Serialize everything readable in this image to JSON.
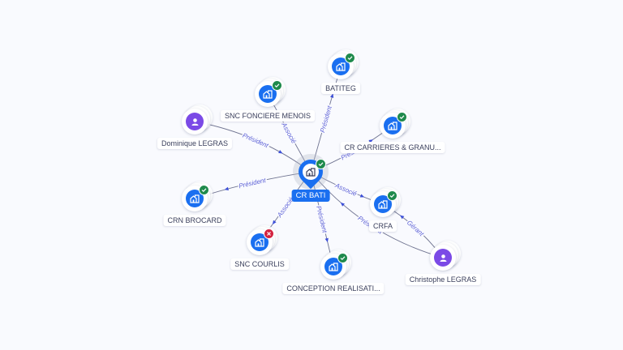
{
  "colors": {
    "background": "#f9fafe",
    "company": "#1a6ff0",
    "person": "#7b4ae6",
    "status_ok": "#1f8a4c",
    "status_closed": "#d3223f",
    "edge": "#6f7390",
    "edge_label": "#5b5fd6"
  },
  "center": {
    "id": "crbati",
    "label": "CR BATI",
    "type": "company",
    "status": "active",
    "icon": "building-icon"
  },
  "nodes": [
    {
      "id": "batiteg",
      "label": "BATITEG",
      "type": "company",
      "status": "active",
      "icon": "building-icon"
    },
    {
      "id": "snc_fonciere",
      "label": "SNC FONCIERE MENOIS",
      "type": "company",
      "status": "active",
      "icon": "building-icon"
    },
    {
      "id": "dominique",
      "label": "Dominique LEGRAS",
      "type": "person",
      "status": "",
      "icon": "person-icon"
    },
    {
      "id": "cr_carrieres",
      "label": "CR CARRIERES & GRANU...",
      "type": "company",
      "status": "active",
      "icon": "building-icon"
    },
    {
      "id": "crn_brocard",
      "label": "CRN BROCARD",
      "type": "company",
      "status": "active",
      "icon": "building-icon"
    },
    {
      "id": "snc_courlis",
      "label": "SNC COURLIS",
      "type": "company",
      "status": "closed",
      "icon": "building-icon"
    },
    {
      "id": "conception",
      "label": "CONCEPTION REALISATI...",
      "type": "company",
      "status": "active",
      "icon": "building-icon"
    },
    {
      "id": "crfa",
      "label": "CRFA",
      "type": "company",
      "status": "active",
      "icon": "building-icon"
    },
    {
      "id": "christophe",
      "label": "Christophe LEGRAS",
      "type": "person",
      "status": "",
      "icon": "person-icon"
    }
  ],
  "edges": [
    {
      "from": "crbati",
      "to": "batiteg",
      "label": "Président"
    },
    {
      "from": "crbati",
      "to": "snc_fonciere",
      "label": "Associé"
    },
    {
      "from": "dominique",
      "to": "crbati",
      "label": "Président"
    },
    {
      "from": "crbati",
      "to": "cr_carrieres",
      "label": "Président"
    },
    {
      "from": "crbati",
      "to": "crn_brocard",
      "label": "Président"
    },
    {
      "from": "crbati",
      "to": "snc_courlis",
      "label": "Associé"
    },
    {
      "from": "crbati",
      "to": "conception",
      "label": "Président"
    },
    {
      "from": "crbati",
      "to": "crfa",
      "label": "Associé"
    },
    {
      "from": "christophe",
      "to": "crbati",
      "label": "Président"
    },
    {
      "from": "christophe",
      "to": "crfa",
      "label": "Gérant"
    }
  ]
}
